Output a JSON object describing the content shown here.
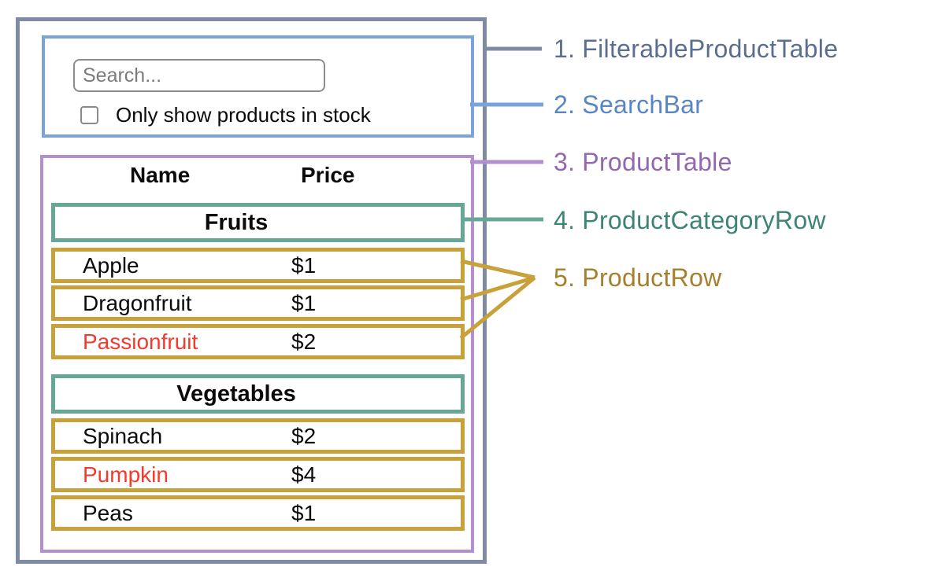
{
  "app": {
    "search_bar": {
      "placeholder": "Search...",
      "checkbox_label": "Only show products in stock"
    },
    "product_table": {
      "columns": {
        "name": "Name",
        "price": "Price"
      },
      "sections": [
        {
          "category": "Fruits",
          "rows": [
            {
              "name": "Apple",
              "price": "$1",
              "stocked": true
            },
            {
              "name": "Dragonfruit",
              "price": "$1",
              "stocked": true
            },
            {
              "name": "Passionfruit",
              "price": "$2",
              "stocked": false
            }
          ]
        },
        {
          "category": "Vegetables",
          "rows": [
            {
              "name": "Spinach",
              "price": "$2",
              "stocked": true
            },
            {
              "name": "Pumpkin",
              "price": "$4",
              "stocked": false
            },
            {
              "name": "Peas",
              "price": "$1",
              "stocked": true
            }
          ]
        }
      ]
    },
    "legend": [
      {
        "number": "1.",
        "label": "FilterableProductTable",
        "color": "#5C6E90"
      },
      {
        "number": "2.",
        "label": "SearchBar",
        "color": "#5886C4"
      },
      {
        "number": "3.",
        "label": "ProductTable",
        "color": "#9267AD"
      },
      {
        "number": "4.",
        "label": "ProductCategoryRow",
        "color": "#3E8476"
      },
      {
        "number": "5.",
        "label": "ProductRow",
        "color": "#A5802E"
      }
    ],
    "palette": {
      "filterable_product_table_border": "#7F8BA5",
      "search_bar_border": "#79A3DC",
      "product_table_border": "#B48FD0",
      "category_row_border": "#66A795",
      "product_row_border": "#C8A13B",
      "out_of_stock_text": "#F43A2C"
    }
  }
}
